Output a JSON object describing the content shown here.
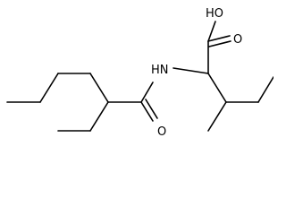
{
  "molecule": {
    "labels": {
      "hydroxyl": "HO",
      "amide_nh": "HN",
      "acid_carbonyl_oxygen": "O",
      "amide_carbonyl_oxygen": "O"
    },
    "colors": {
      "bond": "#000000",
      "text": "#000000",
      "background": "#ffffff"
    }
  }
}
